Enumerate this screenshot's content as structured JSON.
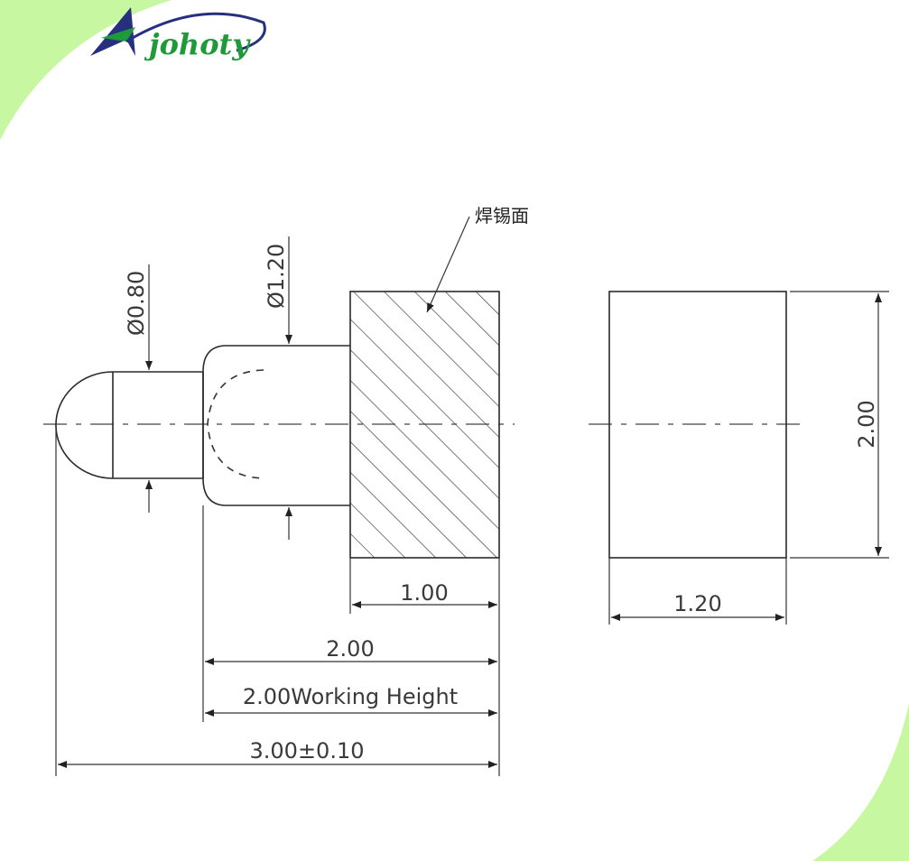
{
  "brand": {
    "name": "johoty",
    "colors": {
      "green": "#1f9a3a",
      "blue": "#26307e",
      "corner": "#c8f7a2"
    }
  },
  "drawing": {
    "solder_face_label": "焊锡面",
    "dimensions": {
      "tip_diameter": "Ø0.80",
      "barrel_diameter": "Ø1.20",
      "head_length": "1.00",
      "side_width": "1.20",
      "side_height": "2.00",
      "plunger_length": "2.00",
      "working_height": "2.00Working Height",
      "total_length": "3.00±0.10"
    }
  }
}
